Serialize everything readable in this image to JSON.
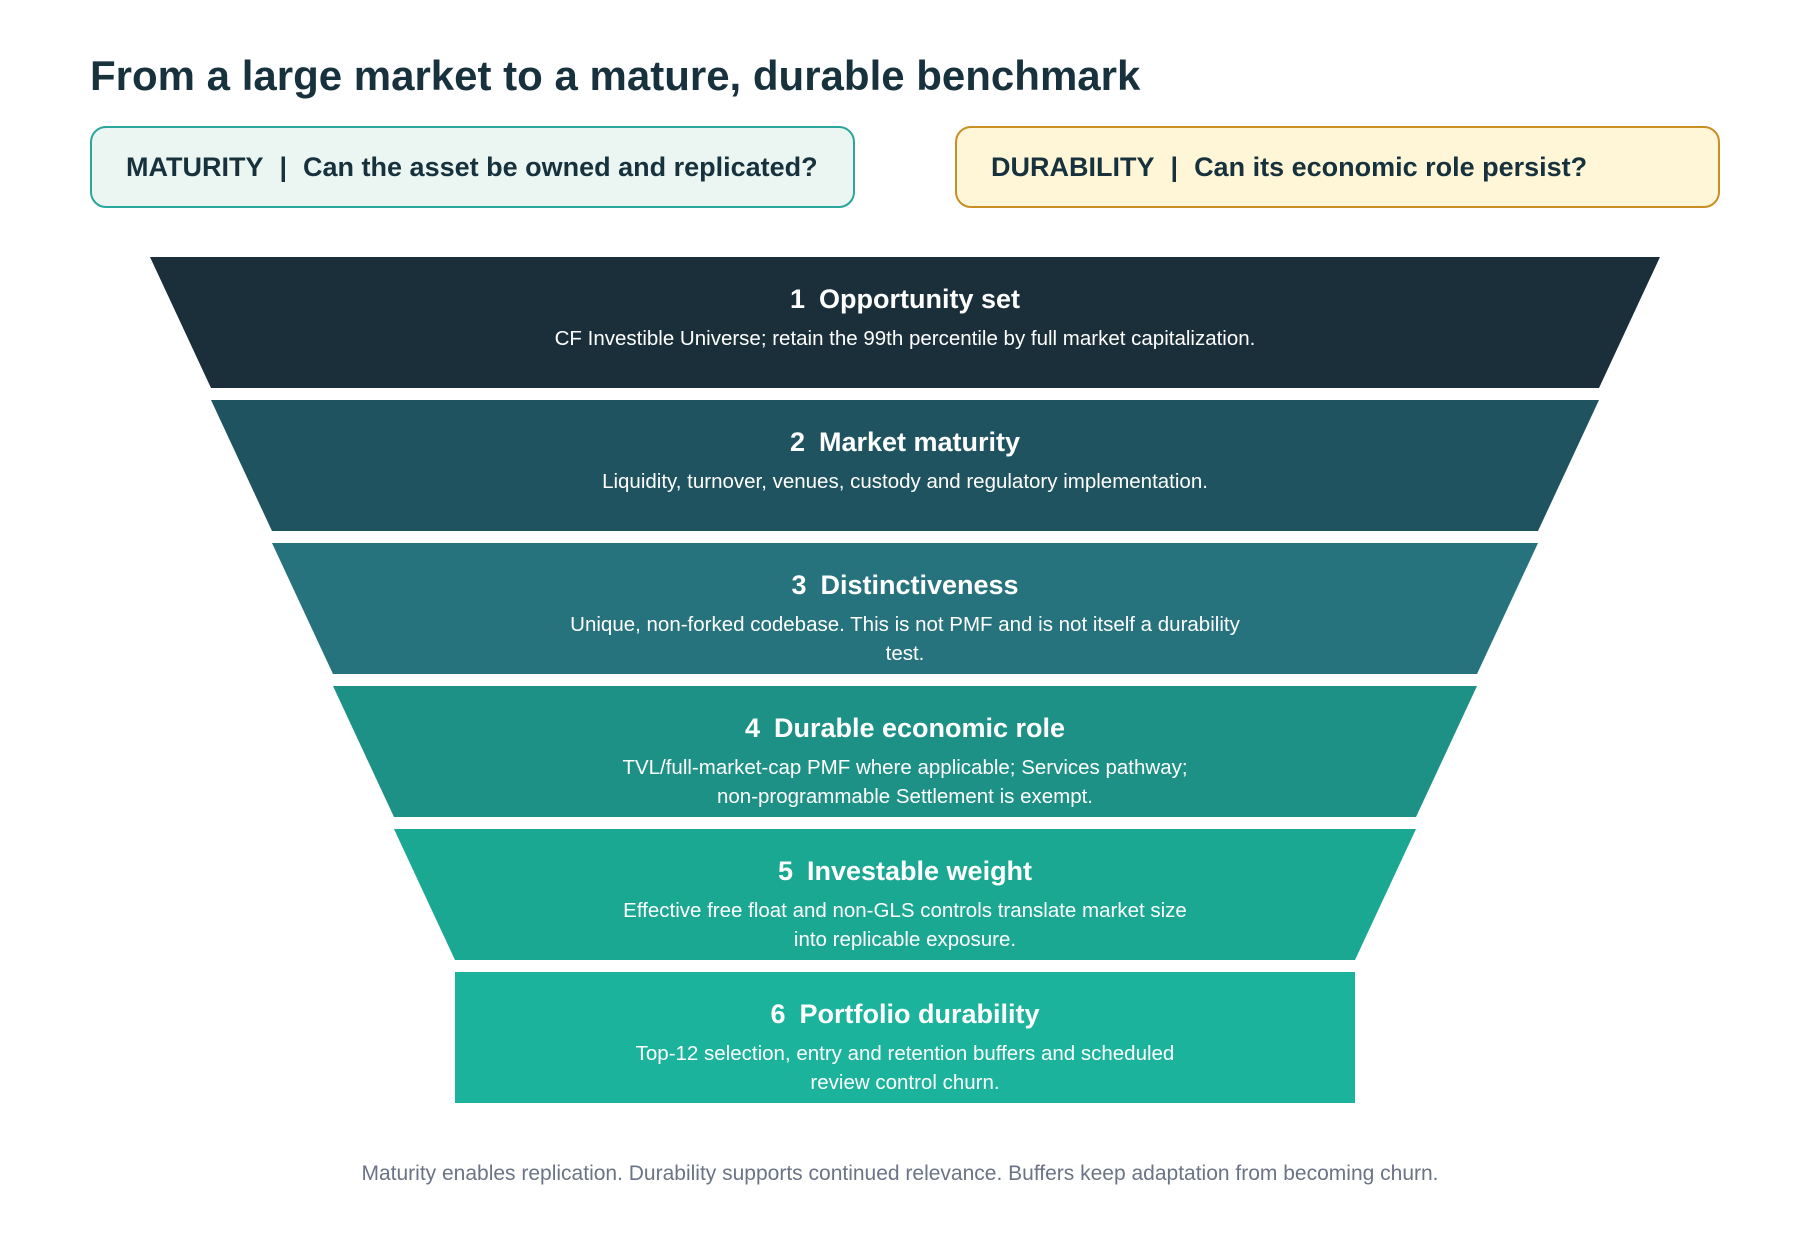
{
  "title": "From a large market to a mature, durable benchmark",
  "headers": {
    "maturity": {
      "label": "MATURITY",
      "separator": "|",
      "question": "Can the asset be owned and replicated?"
    },
    "durability": {
      "label": "DURABILITY",
      "separator": "|",
      "question": "Can its economic role persist?"
    }
  },
  "tiers": [
    {
      "number": "1",
      "name": "Opportunity set",
      "lines": [
        "CF Investible Universe; retain the 99th percentile by full market capitalization."
      ],
      "color": "#1a2f3a"
    },
    {
      "number": "2",
      "name": "Market maturity",
      "lines": [
        "Liquidity, turnover, venues, custody and regulatory implementation."
      ],
      "color": "#1f535f"
    },
    {
      "number": "3",
      "name": "Distinctiveness",
      "lines": [
        "Unique, non-forked codebase. This is not PMF and is not itself a durability",
        "test."
      ],
      "color": "#26737d"
    },
    {
      "number": "4",
      "name": "Durable economic role",
      "lines": [
        "TVL/full-market-cap PMF where applicable; Services pathway;",
        "non-programmable Settlement is exempt."
      ],
      "color": "#1d9185"
    },
    {
      "number": "5",
      "name": "Investable weight",
      "lines": [
        "Effective free float and non-GLS controls translate market size",
        "into replicable exposure."
      ],
      "color": "#1ba893"
    },
    {
      "number": "6",
      "name": "Portfolio durability",
      "lines": [
        "Top-12 selection, entry and retention buffers and scheduled",
        "review control churn."
      ],
      "color": "#1bb39b"
    }
  ],
  "footer": "Maturity enables replication. Durability supports continued relevance. Buffers keep adaptation from becoming churn."
}
